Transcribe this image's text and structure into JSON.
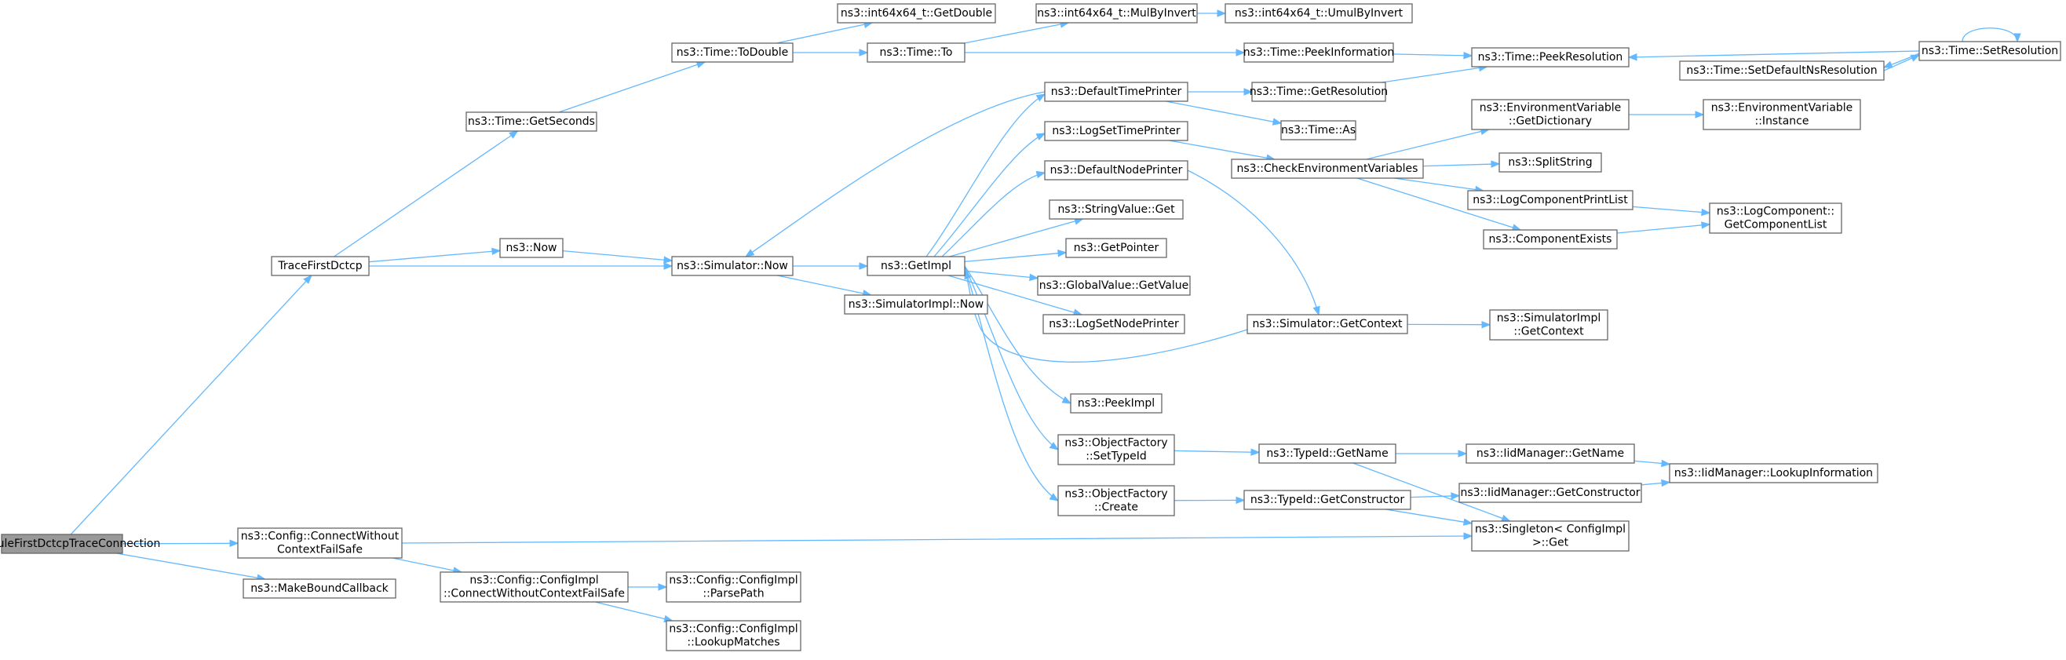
{
  "colors": {
    "edge": "#63b8ff",
    "node_border": "#666666",
    "node_fill": "#ffffff",
    "root_fill": "#999999"
  },
  "nodes": [
    {
      "id": "root",
      "lines": [
        "ScheduleFirstDctcpTraceConnection"
      ],
      "root": true
    },
    {
      "id": "tfd",
      "lines": [
        "TraceFirstDctcp"
      ]
    },
    {
      "id": "cwcfs",
      "lines": [
        "ns3::Config::ConnectWithout",
        "ContextFailSafe"
      ]
    },
    {
      "id": "mbc",
      "lines": [
        "ns3::MakeBoundCallback"
      ]
    },
    {
      "id": "getsec",
      "lines": [
        "ns3::Time::GetSeconds"
      ]
    },
    {
      "id": "now",
      "lines": [
        "ns3::Now"
      ]
    },
    {
      "id": "simnow",
      "lines": [
        "ns3::Simulator::Now"
      ]
    },
    {
      "id": "todouble",
      "lines": [
        "ns3::Time::ToDouble"
      ]
    },
    {
      "id": "getdouble",
      "lines": [
        "ns3::int64x64_t::GetDouble"
      ]
    },
    {
      "id": "to",
      "lines": [
        "ns3::Time::To"
      ]
    },
    {
      "id": "mulinv",
      "lines": [
        "ns3::int64x64_t::MulByInvert"
      ]
    },
    {
      "id": "umulinv",
      "lines": [
        "ns3::int64x64_t::UmulByInvert"
      ]
    },
    {
      "id": "peekinfo",
      "lines": [
        "ns3::Time::PeekInformation"
      ]
    },
    {
      "id": "peekres",
      "lines": [
        "ns3::Time::PeekResolution"
      ]
    },
    {
      "id": "setdefns",
      "lines": [
        "ns3::Time::SetDefaultNsResolution"
      ]
    },
    {
      "id": "setres",
      "lines": [
        "ns3::Time::SetResolution"
      ]
    },
    {
      "id": "getimpl",
      "lines": [
        "ns3::GetImpl"
      ]
    },
    {
      "id": "simimplnow",
      "lines": [
        "ns3::SimulatorImpl::Now"
      ]
    },
    {
      "id": "deftp",
      "lines": [
        "ns3::DefaultTimePrinter"
      ]
    },
    {
      "id": "getres",
      "lines": [
        "ns3::Time::GetResolution"
      ]
    },
    {
      "id": "timeas",
      "lines": [
        "ns3::Time::As"
      ]
    },
    {
      "id": "logstp",
      "lines": [
        "ns3::LogSetTimePrinter"
      ]
    },
    {
      "id": "checkenv",
      "lines": [
        "ns3::CheckEnvironmentVariables"
      ]
    },
    {
      "id": "defnp",
      "lines": [
        "ns3::DefaultNodePrinter"
      ]
    },
    {
      "id": "strget",
      "lines": [
        "ns3::StringValue::Get"
      ]
    },
    {
      "id": "getptr",
      "lines": [
        "ns3::GetPointer"
      ]
    },
    {
      "id": "gvget",
      "lines": [
        "ns3::GlobalValue::GetValue"
      ]
    },
    {
      "id": "logsnp",
      "lines": [
        "ns3::LogSetNodePrinter"
      ]
    },
    {
      "id": "simgetctx",
      "lines": [
        "ns3::Simulator::GetContext"
      ]
    },
    {
      "id": "simimplctx",
      "lines": [
        "ns3::SimulatorImpl",
        "::GetContext"
      ]
    },
    {
      "id": "peekimpl",
      "lines": [
        "ns3::PeekImpl"
      ]
    },
    {
      "id": "ofsettid",
      "lines": [
        "ns3::ObjectFactory",
        "::SetTypeId"
      ]
    },
    {
      "id": "ofcreate",
      "lines": [
        "ns3::ObjectFactory",
        "::Create"
      ]
    },
    {
      "id": "tidname",
      "lines": [
        "ns3::TypeId::GetName"
      ]
    },
    {
      "id": "tidctor",
      "lines": [
        "ns3::TypeId::GetConstructor"
      ]
    },
    {
      "id": "envdict",
      "lines": [
        "ns3::EnvironmentVariable",
        "::GetDictionary"
      ]
    },
    {
      "id": "envinst",
      "lines": [
        "ns3::EnvironmentVariable",
        "::Instance"
      ]
    },
    {
      "id": "split",
      "lines": [
        "ns3::SplitString"
      ]
    },
    {
      "id": "lcpl",
      "lines": [
        "ns3::LogComponentPrintList"
      ]
    },
    {
      "id": "compex",
      "lines": [
        "ns3::ComponentExists"
      ]
    },
    {
      "id": "lcgcl",
      "lines": [
        "ns3::LogComponent::",
        "GetComponentList"
      ]
    },
    {
      "id": "iidname",
      "lines": [
        "ns3::IidManager::GetName"
      ]
    },
    {
      "id": "iidctor",
      "lines": [
        "ns3::IidManager::GetConstructor"
      ]
    },
    {
      "id": "iidlookup",
      "lines": [
        "ns3::IidManager::LookupInformation"
      ]
    },
    {
      "id": "singleton",
      "lines": [
        "ns3::Singleton< ConfigImpl",
        ">::Get"
      ]
    },
    {
      "id": "cicwcfs",
      "lines": [
        "ns3::Config::ConfigImpl",
        "::ConnectWithoutContextFailSafe"
      ]
    },
    {
      "id": "parsepath",
      "lines": [
        "ns3::Config::ConfigImpl",
        "::ParsePath"
      ]
    },
    {
      "id": "lookupm",
      "lines": [
        "ns3::Config::ConfigImpl",
        "::LookupMatches"
      ]
    }
  ],
  "edges": [
    [
      "root",
      "tfd"
    ],
    [
      "root",
      "cwcfs"
    ],
    [
      "root",
      "mbc"
    ],
    [
      "tfd",
      "getsec"
    ],
    [
      "tfd",
      "now"
    ],
    [
      "tfd",
      "simnow"
    ],
    [
      "getsec",
      "todouble"
    ],
    [
      "todouble",
      "getdouble"
    ],
    [
      "todouble",
      "to"
    ],
    [
      "to",
      "mulinv"
    ],
    [
      "to",
      "peekinfo"
    ],
    [
      "mulinv",
      "umulinv"
    ],
    [
      "peekinfo",
      "peekres"
    ],
    [
      "setres",
      "peekres"
    ],
    [
      "setres",
      "setdefns"
    ],
    [
      "setres",
      "setres"
    ],
    [
      "setdefns",
      "setres"
    ],
    [
      "now",
      "simnow"
    ],
    [
      "simnow",
      "getimpl"
    ],
    [
      "simnow",
      "simimplnow"
    ],
    [
      "getimpl",
      "deftp"
    ],
    [
      "getimpl",
      "logstp"
    ],
    [
      "getimpl",
      "defnp"
    ],
    [
      "getimpl",
      "strget"
    ],
    [
      "getimpl",
      "getptr"
    ],
    [
      "getimpl",
      "gvget"
    ],
    [
      "getimpl",
      "logsnp"
    ],
    [
      "getimpl",
      "peekimpl"
    ],
    [
      "getimpl",
      "ofsettid"
    ],
    [
      "getimpl",
      "ofcreate"
    ],
    [
      "deftp",
      "simnow"
    ],
    [
      "deftp",
      "getres"
    ],
    [
      "deftp",
      "timeas"
    ],
    [
      "getres",
      "peekres"
    ],
    [
      "logstp",
      "checkenv"
    ],
    [
      "defnp",
      "simgetctx"
    ],
    [
      "simgetctx",
      "getimpl"
    ],
    [
      "simgetctx",
      "simimplctx"
    ],
    [
      "checkenv",
      "envdict"
    ],
    [
      "checkenv",
      "split"
    ],
    [
      "checkenv",
      "lcpl"
    ],
    [
      "checkenv",
      "compex"
    ],
    [
      "envdict",
      "envinst"
    ],
    [
      "lcpl",
      "lcgcl"
    ],
    [
      "compex",
      "lcgcl"
    ],
    [
      "ofsettid",
      "tidname"
    ],
    [
      "ofcreate",
      "tidctor"
    ],
    [
      "tidname",
      "iidname"
    ],
    [
      "tidname",
      "singleton"
    ],
    [
      "tidctor",
      "iidctor"
    ],
    [
      "tidctor",
      "singleton"
    ],
    [
      "iidname",
      "iidlookup"
    ],
    [
      "iidctor",
      "iidlookup"
    ],
    [
      "cwcfs",
      "singleton"
    ],
    [
      "cwcfs",
      "cicwcfs"
    ],
    [
      "cicwcfs",
      "parsepath"
    ],
    [
      "cicwcfs",
      "lookupm"
    ]
  ]
}
